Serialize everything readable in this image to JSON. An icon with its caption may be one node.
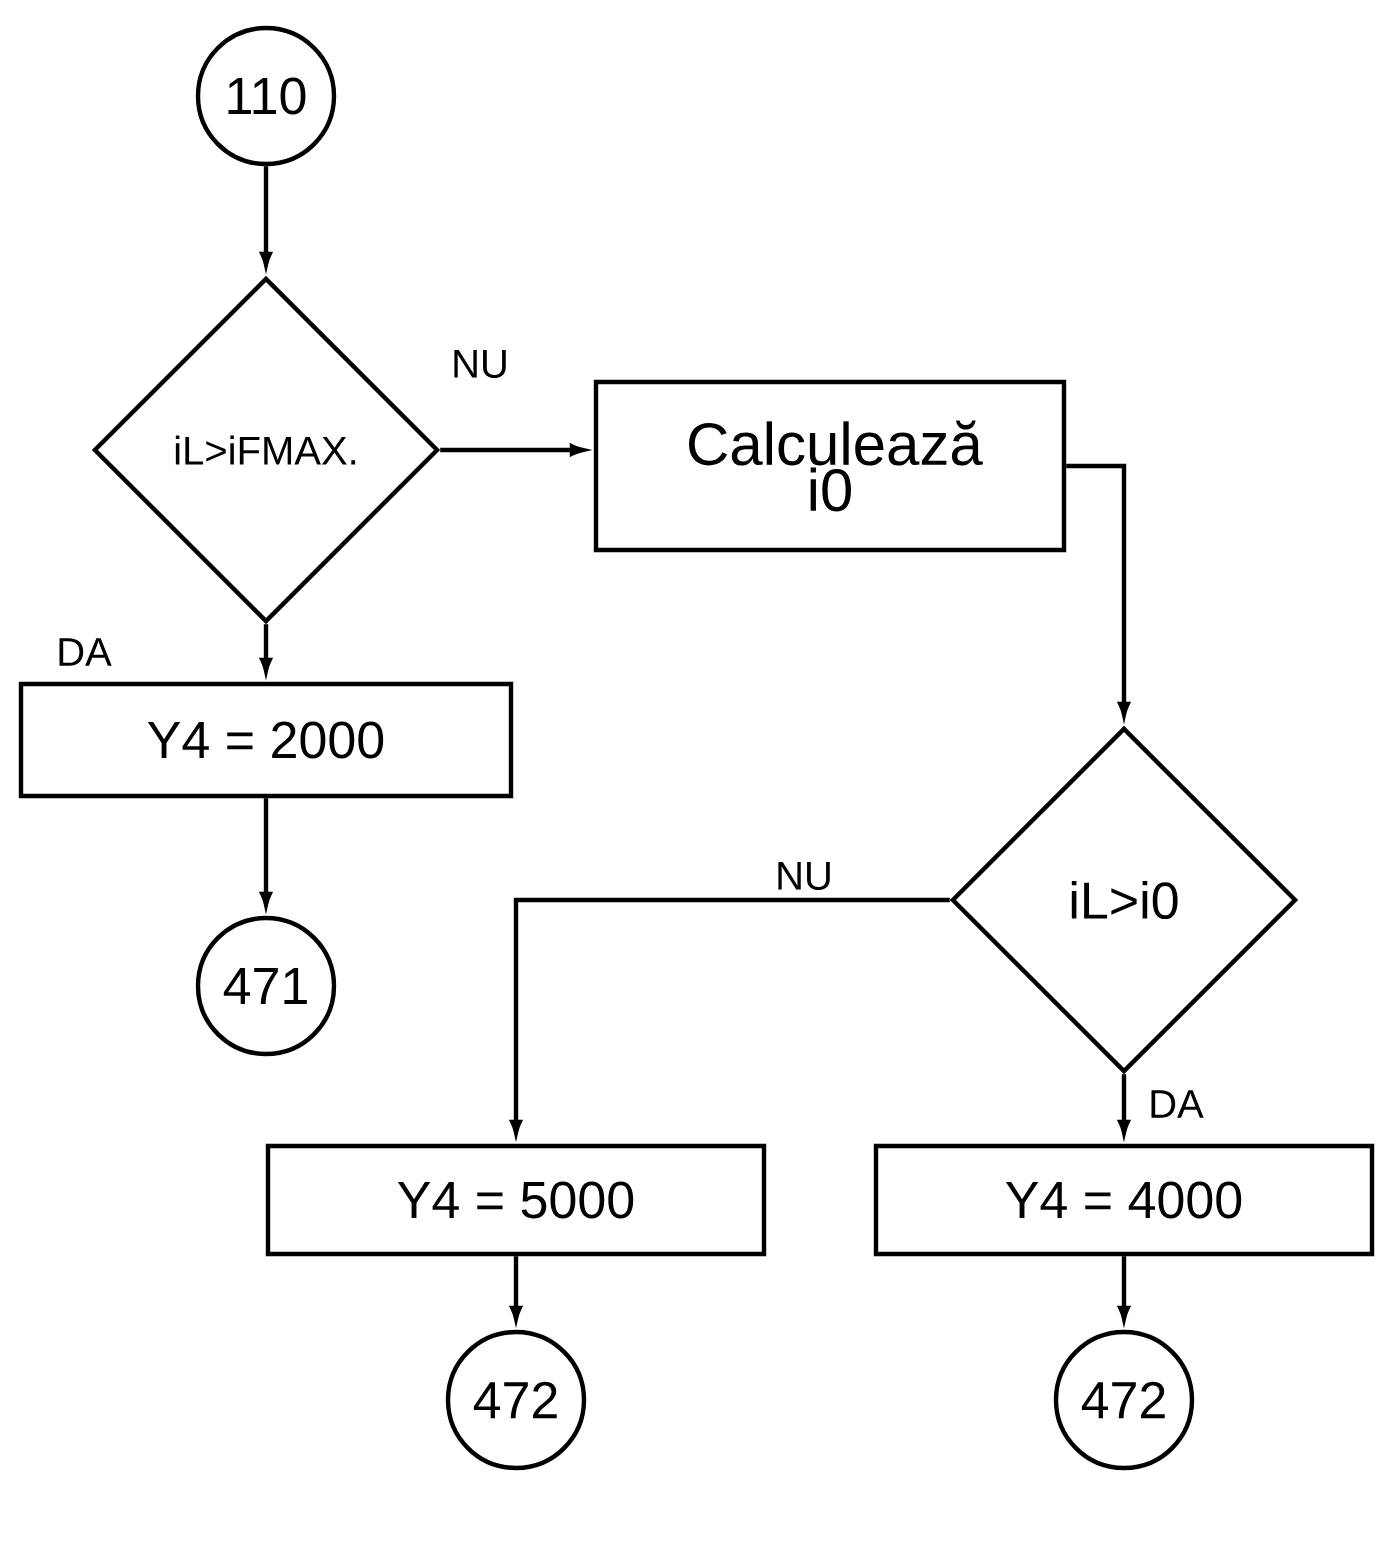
{
  "diagram": {
    "nodes": [
      {
        "text": [
          "110"
        ]
      },
      {
        "text": [
          "iL>iFMAX."
        ]
      },
      {
        "text": [
          "Calculează i0"
        ]
      },
      {
        "text": [
          "Y4 = 2000"
        ]
      },
      {
        "text": [
          "471"
        ]
      },
      {
        "text": [
          "iL>i0"
        ]
      },
      {
        "text": [
          "Y4 = 5000"
        ]
      },
      {
        "text": [
          "Y4 = 4000"
        ]
      },
      {
        "text": [
          "472"
        ]
      },
      {
        "text": [
          "472"
        ]
      }
    ],
    "edges": [
      {
        "from": 0,
        "to": 1,
        "arrow": "to"
      },
      {
        "from": 1,
        "to": 2,
        "arrow": "to",
        "label": "NU"
      },
      {
        "from": 1,
        "to": 3,
        "arrow": "to",
        "label": "DA"
      },
      {
        "from": 3,
        "to": 4,
        "arrow": "to"
      },
      {
        "from": 2,
        "to": 5,
        "arrow": "to"
      },
      {
        "from": 5,
        "to": 6,
        "arrow": "to",
        "label": "NU"
      },
      {
        "from": 5,
        "to": 7,
        "arrow": "to",
        "label": "DA"
      },
      {
        "from": 6,
        "to": 8,
        "arrow": "to"
      },
      {
        "from": 7,
        "to": 9,
        "arrow": "to"
      }
    ]
  }
}
